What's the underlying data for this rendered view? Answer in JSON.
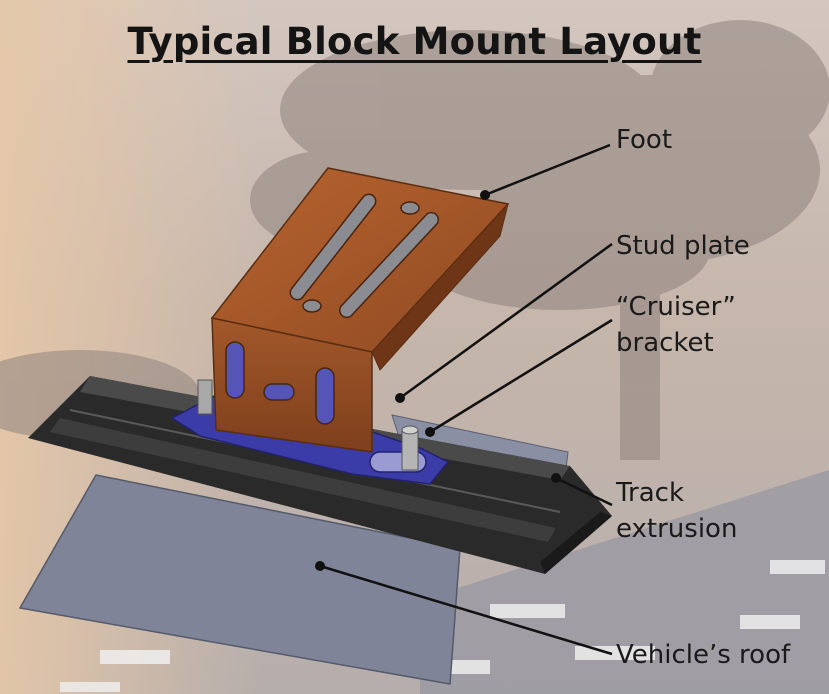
{
  "diagram": {
    "title": "Typical Block Mount Layout",
    "labels": {
      "foot": "Foot",
      "stud_plate": "Stud plate",
      "cruiser_bracket_line1": "“Cruiser”",
      "cruiser_bracket_line2": "bracket",
      "track_extrusion_line1": "Track",
      "track_extrusion_line2": "extrusion",
      "vehicles_roof": "Vehicle’s roof"
    },
    "colors": {
      "foot": "#a9572a",
      "cruiser_bracket": "#3c3ca8",
      "track_extrusion": "#2a2a2a",
      "roof_panel": "#7f8498",
      "background_sky": "#c9bbb2",
      "leader_line": "#111111"
    }
  }
}
